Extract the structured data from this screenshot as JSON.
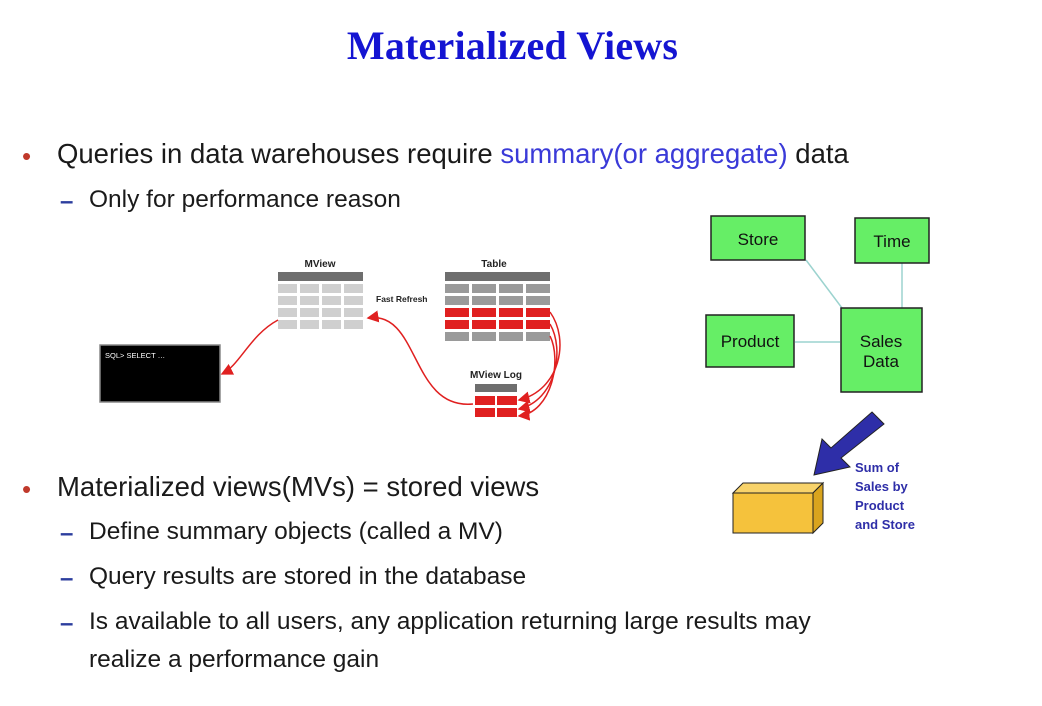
{
  "slide": {
    "title": "Materialized Views",
    "bullets": [
      {
        "prefix": "Queries in data warehouses require ",
        "highlight": "summary(or aggregate)",
        "suffix": " data",
        "subs": [
          "Only for performance reason"
        ]
      },
      {
        "text": "Materialized views(MVs) = stored views",
        "subs": [
          "Define summary objects (called a MV)",
          "Query results are stored in the database",
          "Is available to all users, any application returning large results may",
          "realize a performance gain"
        ]
      }
    ]
  },
  "refresh_diagram": {
    "mview_label": "MView",
    "table_label": "Table",
    "fast_refresh_label": "Fast Refresh",
    "mview_log_label": "MView Log",
    "sql_text": "SQL> SELECT …"
  },
  "star_schema": {
    "store": "Store",
    "time": "Time",
    "product": "Product",
    "sales_line1": "Sales",
    "sales_line2": "Data",
    "sum_lines": [
      "Sum of",
      "Sales by",
      "Product",
      "and Store"
    ],
    "colors": {
      "dimension": "#66ee66",
      "arrow": "#2e2ea8",
      "box": "#f5c23c",
      "text": "#2e2ea8"
    }
  }
}
